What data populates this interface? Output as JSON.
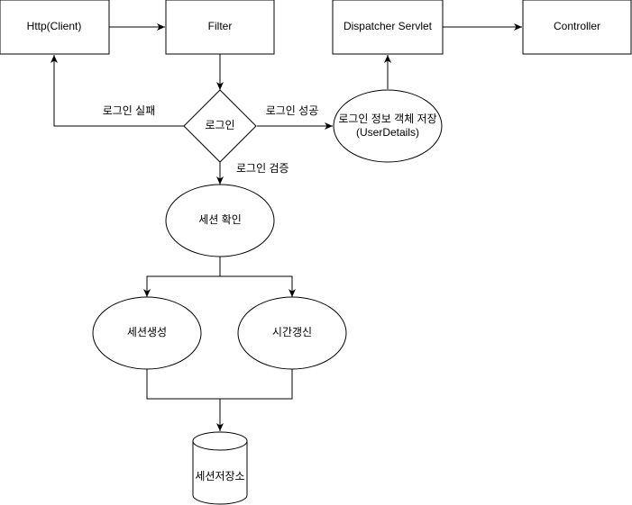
{
  "nodes": {
    "http_client": "Http(Client)",
    "filter": "Filter",
    "dispatcher": "Dispatcher Servlet",
    "controller": "Controller",
    "login": "로그인",
    "save_user_line1": "로그인 정보 객체 저장",
    "save_user_line2": "(UserDetails)",
    "session_check": "세션 확인",
    "session_create": "세션생성",
    "time_refresh": "시간갱신",
    "session_store": "세션저장소"
  },
  "edges": {
    "login_fail": "로그인 실패",
    "login_success": "로그인 성공",
    "login_verify": "로그인 검증"
  },
  "colors": {
    "stroke": "#000000",
    "fill": "#ffffff"
  }
}
